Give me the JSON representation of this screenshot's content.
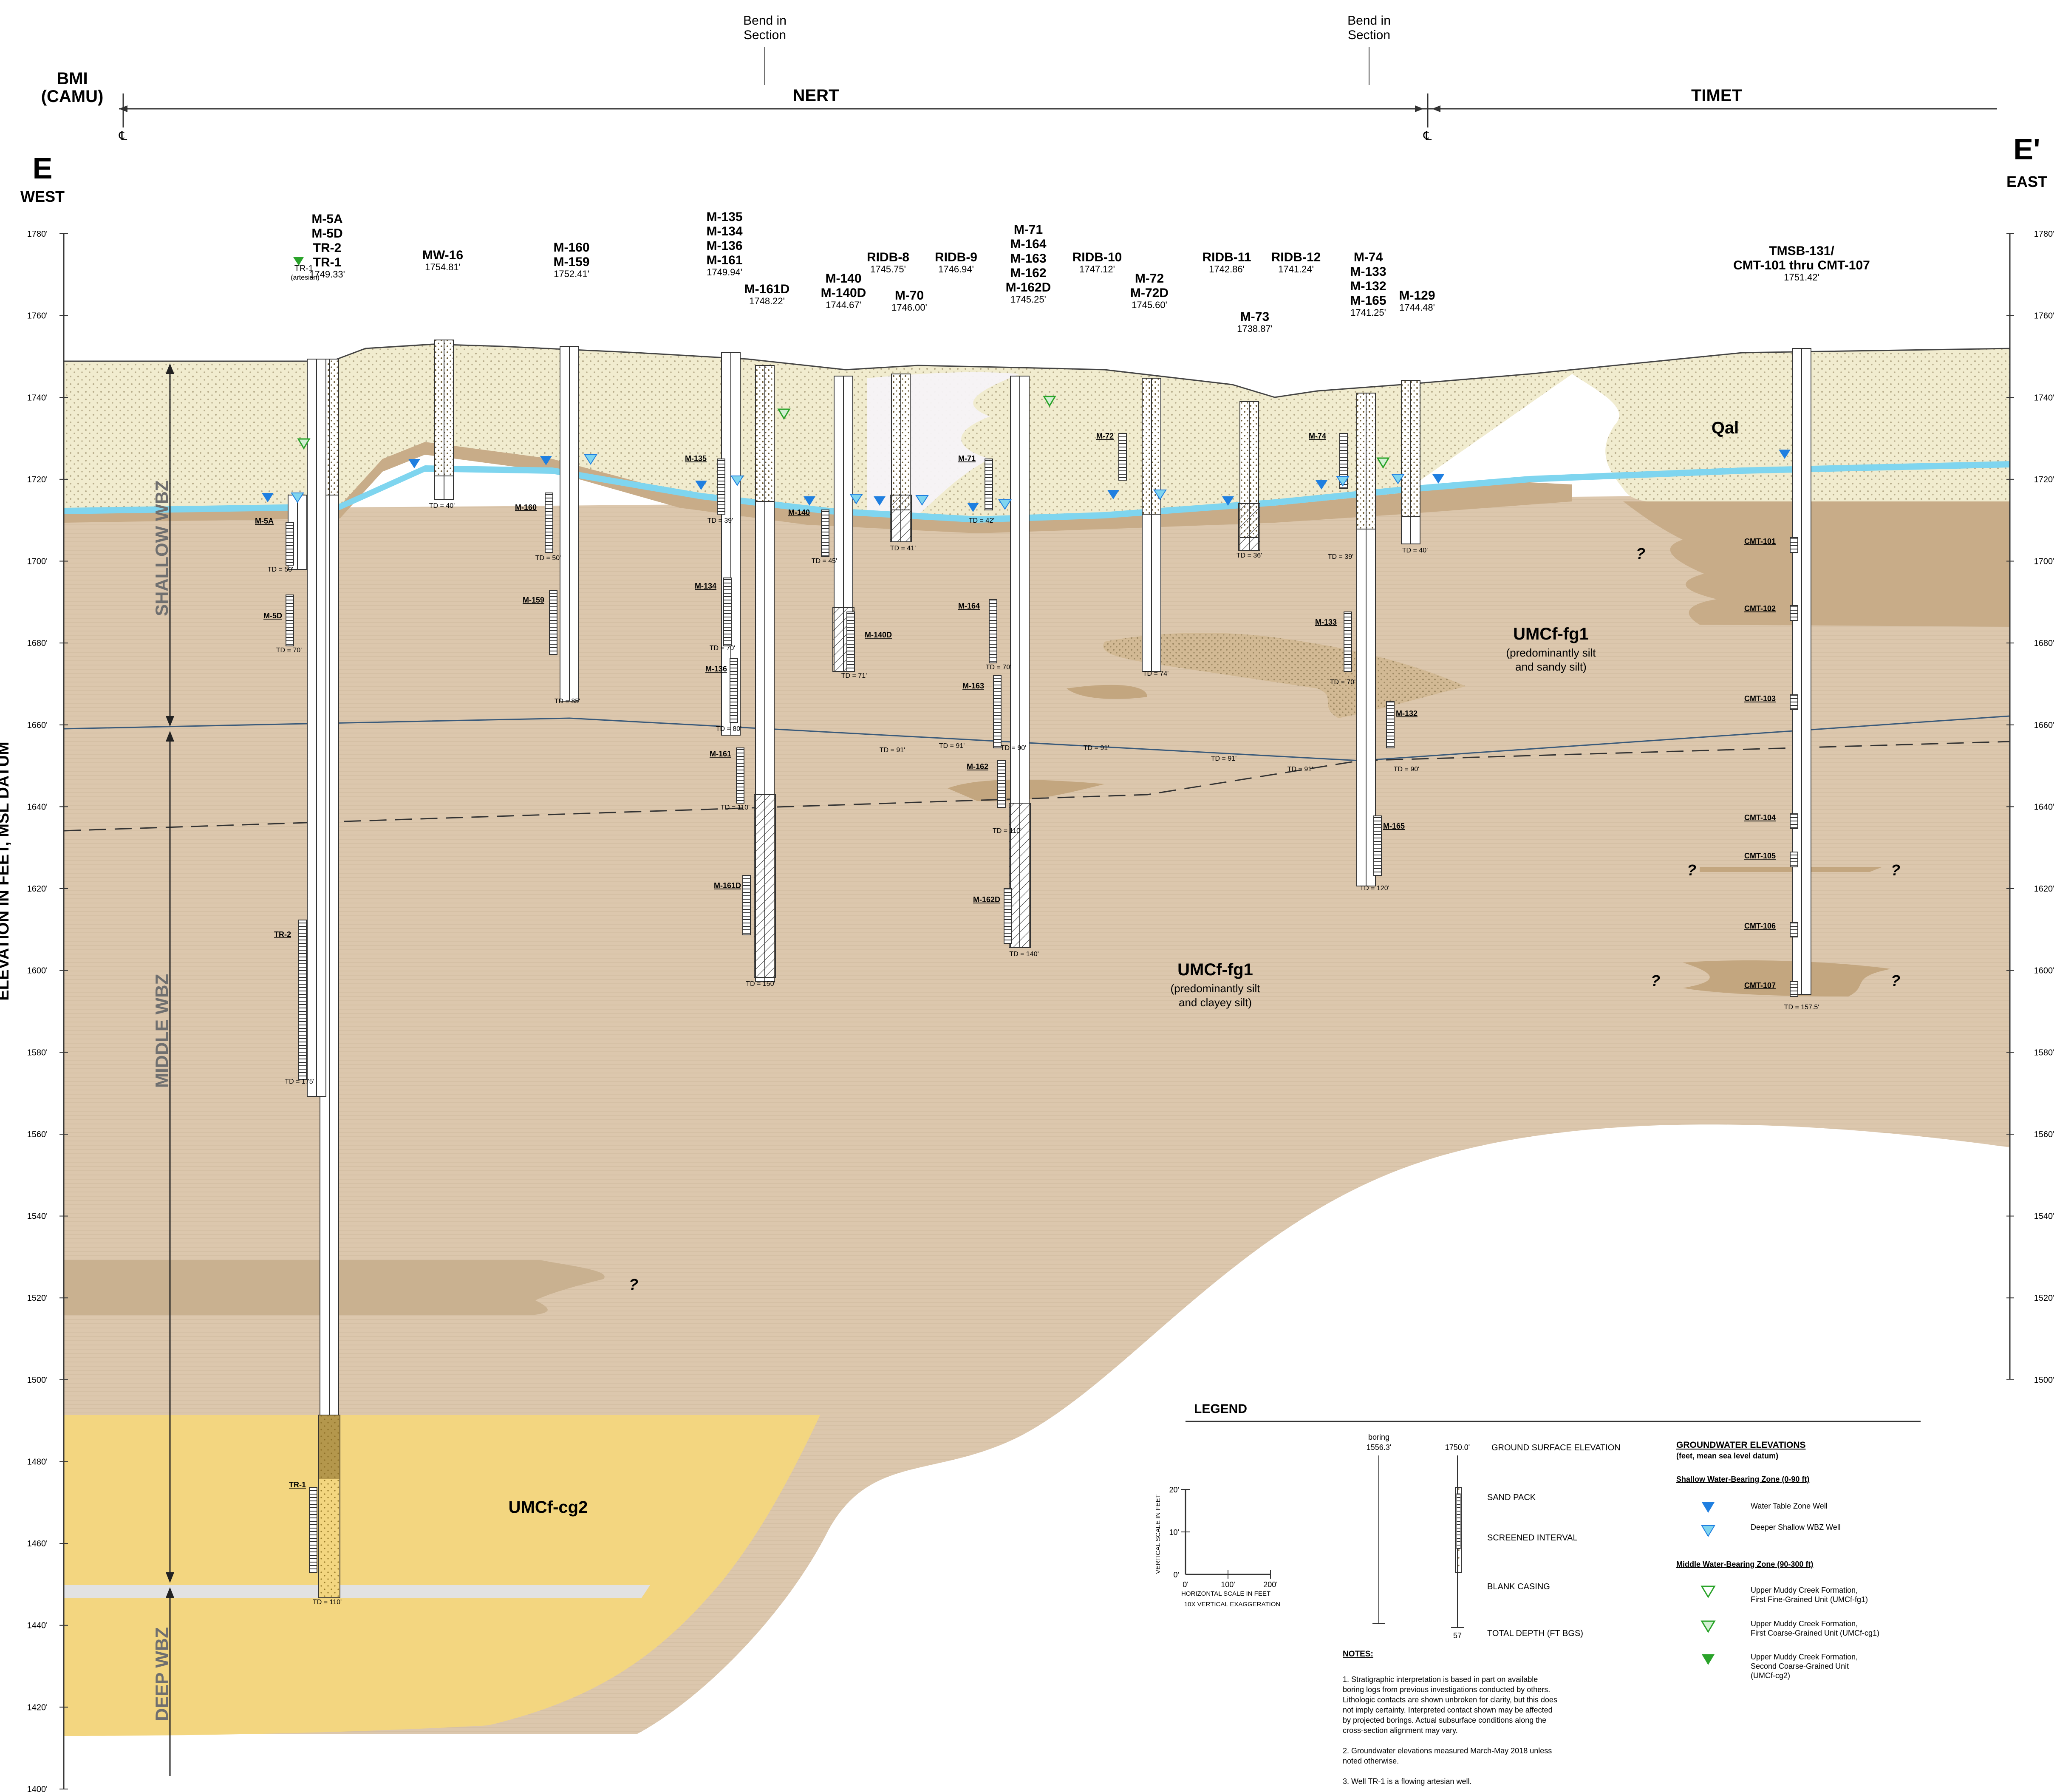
{
  "header": {
    "left_zone": "BMI\n(CAMU)",
    "left_zone_l1": "BMI",
    "left_zone_l2": "(CAMU)",
    "mid_zone": "NERT",
    "right_zone": "TIMET",
    "bend1_l1": "Bend in",
    "bend1_l2": "Section",
    "bend2_l1": "Bend in",
    "bend2_l2": "Section",
    "pl_symbol": "℄",
    "left_end": "E",
    "left_dir": "WEST",
    "right_end": "E'",
    "right_dir": "EAST"
  },
  "axis": {
    "title": "ELEVATION IN FEET, MSL DATUM",
    "ticks": [
      "1780'",
      "1760'",
      "1740'",
      "1720'",
      "1700'",
      "1680'",
      "1660'",
      "1640'",
      "1620'",
      "1600'",
      "1580'",
      "1560'",
      "1540'",
      "1520'",
      "1500'",
      "1480'",
      "1460'",
      "1440'",
      "1420'",
      "1400'"
    ],
    "ticks_right": [
      "1780'",
      "1760'",
      "1740'",
      "1720'",
      "1700'",
      "1680'",
      "1660'",
      "1640'",
      "1620'",
      "1600'",
      "1580'",
      "1560'",
      "1540'",
      "1520'",
      "1500'"
    ]
  },
  "zones": {
    "shallow": "SHALLOW WBZ",
    "middle": "MIDDLE WBZ",
    "deep": "DEEP WBZ"
  },
  "units": {
    "qal": "Qal",
    "fg1_upper": "UMCf-fg1",
    "fg1_upper_sub1": "(predominantly silt",
    "fg1_upper_sub2": "and sandy silt)",
    "fg1_lower": "UMCf-fg1",
    "fg1_lower_sub1": "(predominantly silt",
    "fg1_lower_sub2": "and clayey silt)",
    "cg2": "UMCf-cg2",
    "question": "?"
  },
  "wells": [
    {
      "lines": [
        "M-5A",
        "M-5D",
        "TR-2",
        "TR-1"
      ],
      "elev": "1749.33'"
    },
    {
      "lines": [
        "MW-16"
      ],
      "elev": "1754.81'"
    },
    {
      "lines": [
        "M-160",
        "M-159"
      ],
      "elev": "1752.41'"
    },
    {
      "lines": [
        "M-135",
        "M-134",
        "M-136",
        "M-161"
      ],
      "elev": "1749.94'"
    },
    {
      "lines": [
        "M-161D"
      ],
      "elev": "1748.22'"
    },
    {
      "lines": [
        "M-140",
        "M-140D"
      ],
      "elev": "1744.67'"
    },
    {
      "lines": [
        "RIDB-8"
      ],
      "elev": "1745.75'"
    },
    {
      "lines": [
        "M-70"
      ],
      "elev": "1746.00'"
    },
    {
      "lines": [
        "RIDB-9"
      ],
      "elev": "1746.94'"
    },
    {
      "lines": [
        "M-71",
        "M-164",
        "M-163",
        "M-162",
        "M-162D"
      ],
      "elev": "1745.25'"
    },
    {
      "lines": [
        "RIDB-10"
      ],
      "elev": "1747.12'"
    },
    {
      "lines": [
        "M-72",
        "M-72D"
      ],
      "elev": "1745.60'"
    },
    {
      "lines": [
        "RIDB-11"
      ],
      "elev": "1742.86'"
    },
    {
      "lines": [
        "RIDB-12"
      ],
      "elev": "1741.24'"
    },
    {
      "lines": [
        "M-73"
      ],
      "elev": "1738.87'"
    },
    {
      "lines": [
        "M-74",
        "M-133",
        "M-132",
        "M-165"
      ],
      "elev": "1741.25'"
    },
    {
      "lines": [
        "M-129"
      ],
      "elev": "1744.48'"
    },
    {
      "lines": [
        "TMSB-131/",
        "CMT-101 thru CMT-107"
      ],
      "elev": "1751.42'"
    }
  ],
  "tr1_label": "TR-1",
  "tr1_note": "(artesian)",
  "screens": [
    "M-5A",
    "M-5D",
    "TR-2",
    "TR-1",
    "M-160",
    "M-159",
    "M-135",
    "M-134",
    "M-136",
    "M-161",
    "M-161D",
    "M-140",
    "M-140D",
    "M-71",
    "M-164",
    "M-163",
    "M-162",
    "M-162D",
    "M-72",
    "M-74",
    "M-133",
    "M-132",
    "M-165",
    "CMT-101",
    "CMT-102",
    "CMT-103",
    "CMT-104",
    "CMT-105",
    "CMT-106",
    "CMT-107"
  ],
  "total_depths": [
    "TD = 50'",
    "TD = 70'",
    "TD = 175'",
    "TD = 110'",
    "TD = 40'",
    "TD = 50'",
    "TD = 85'",
    "TD = 39'",
    "TD = 70'",
    "TD = 80'",
    "TD = 110'",
    "TD = 150'",
    "TD = 45'",
    "TD = 71'",
    "TD = 41'",
    "TD = 91'",
    "TD = 91'",
    "TD = 42'",
    "TD = 70'",
    "TD = 90'",
    "TD = 110'",
    "TD = 140'",
    "TD = 91'",
    "TD = 74'",
    "TD = 36'",
    "TD = 91'",
    "TD = 91'",
    "TD = 39'",
    "TD = 70'",
    "TD = 90'",
    "TD = 120'",
    "TD = 40'",
    "TD = 157.5'"
  ],
  "legend": {
    "title": "LEGEND",
    "boring": "boring",
    "boring_elev": "1556.3'",
    "gse_value": "1750.0'",
    "gse": "GROUND SURFACE ELEVATION",
    "sand_pack": "SAND PACK",
    "screened": "SCREENED INTERVAL",
    "blank": "BLANK CASING",
    "td_value": "57",
    "total_depth": "TOTAL DEPTH (FT BGS)",
    "scale_v_title": "VERTICAL SCALE IN FEET",
    "scale_v": [
      "20'",
      "10'",
      "0'"
    ],
    "scale_h": [
      "0'",
      "100'",
      "200'"
    ],
    "scale_h_title": "HORIZONTAL SCALE IN FEET",
    "exag": "10X VERTICAL EXAGGERATION",
    "gw_title": "GROUNDWATER ELEVATIONS",
    "gw_sub": "(feet, mean sea level datum)",
    "shallow_title": "Shallow Water-Bearing Zone (0-90 ft)",
    "wt_well": "Water Table Zone Well",
    "deeper_well": "Deeper Shallow WBZ Well",
    "middle_title": "Middle Water-Bearing Zone (90-300 ft)",
    "fg1_1": "Upper Muddy Creek Formation,",
    "fg1_2": "First Fine-Grained Unit (UMCf-fg1)",
    "cg1_1": "Upper Muddy Creek Formation,",
    "cg1_2": "First Coarse-Grained Unit (UMCf-cg1)",
    "cg2_1": "Upper Muddy Creek Formation,",
    "cg2_2": "Second Coarse-Grained Unit",
    "cg2_3": "(UMCf-cg2)",
    "notes_title": "NOTES:",
    "notes": [
      "1. Stratigraphic interpretation is based in part on available",
      "boring logs from previous investigations conducted by others.",
      "Lithologic contacts are shown unbroken for clarity, but this does",
      "not imply certainty. Interpreted contact shown may be affected",
      "by projected borings. Actual subsurface conditions along the",
      "cross-section alignment may vary.",
      "",
      "2. Groundwater elevations measured March-May 2018 unless",
      "noted otherwise.",
      "",
      "3. Well TR-1 is a flowing artesian well."
    ]
  },
  "colors": {
    "qal": "#f1eccf",
    "fg1": "#dcc7ad",
    "cg": "#ddb98a",
    "cg2": "#f3d680",
    "gw": "#7fd5ef",
    "marker": "#1f7fe0",
    "green": "#2aa32a"
  }
}
